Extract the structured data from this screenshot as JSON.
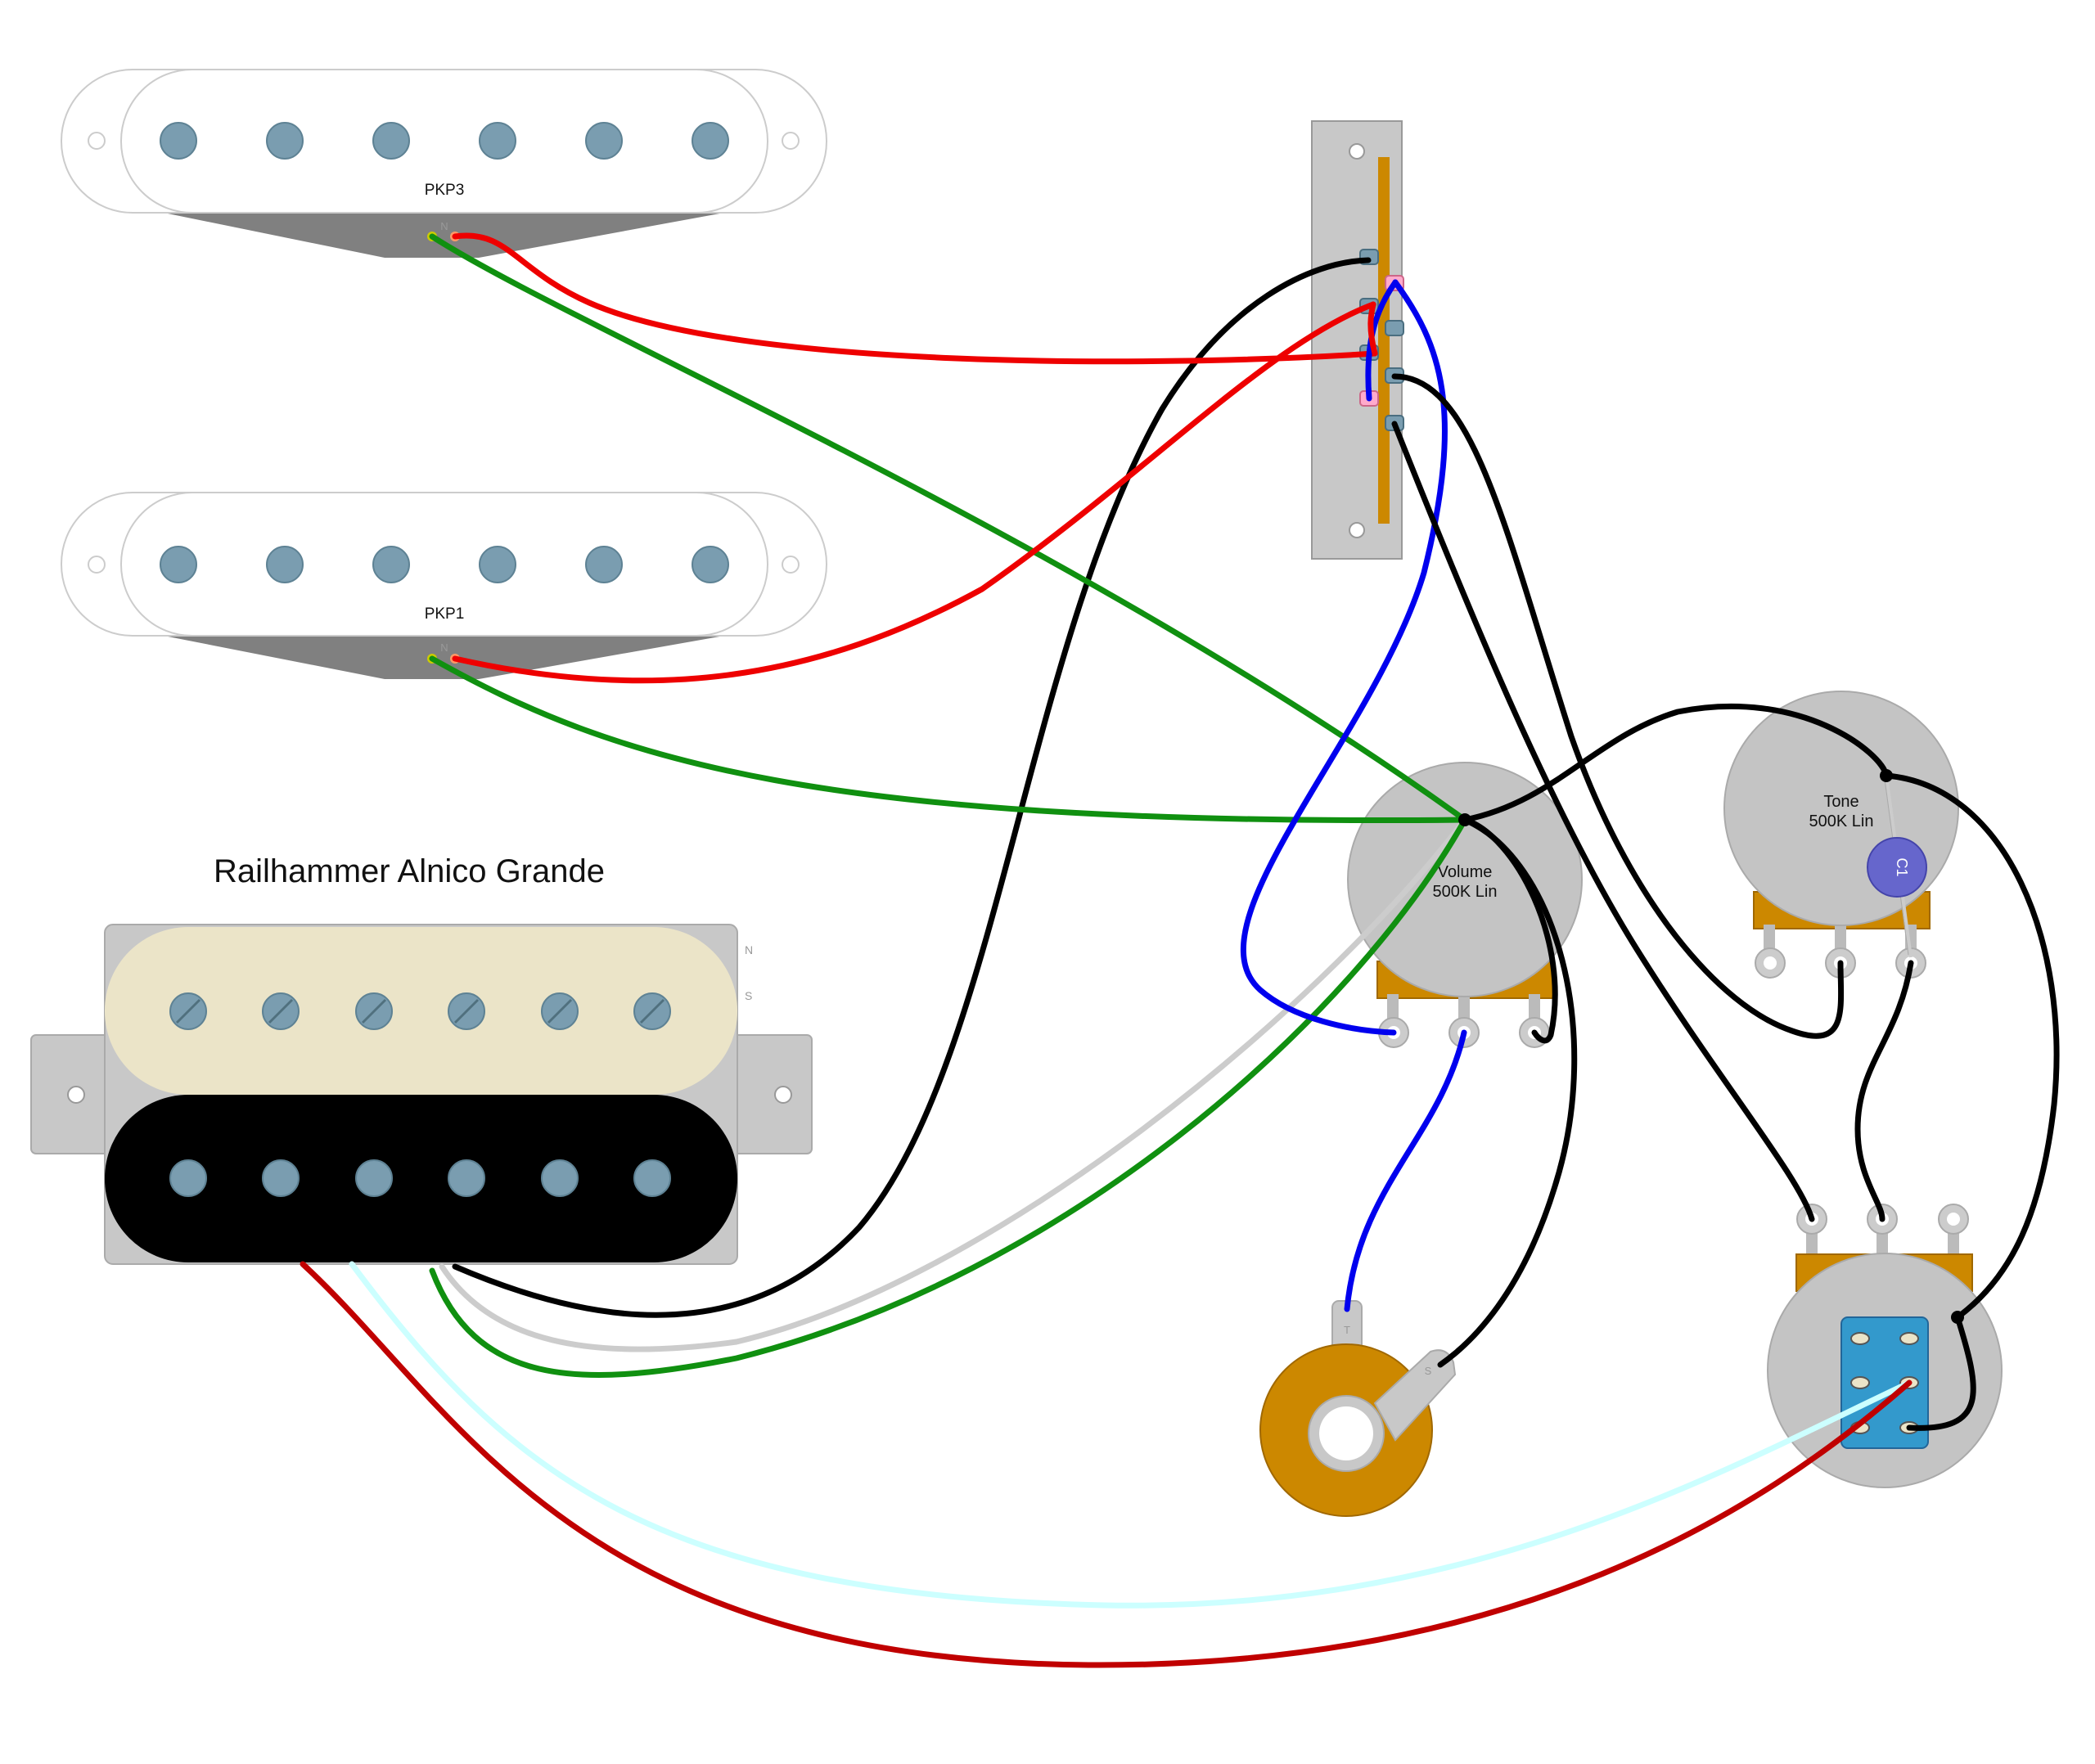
{
  "title": "Railhammer Alnico Grande",
  "pickups": {
    "pkp3": {
      "label": "PKP3",
      "polarity": "N"
    },
    "pkp1": {
      "label": "PKP1",
      "polarity": "N"
    },
    "humbucker": {
      "north_label": "N",
      "south_label": "S"
    }
  },
  "volume_pot": {
    "line1": "Volume",
    "line2": "500K Lin"
  },
  "tone_pot": {
    "line1": "Tone",
    "line2": "500K Lin",
    "cap_label": "C1"
  },
  "jack": {
    "tip_label": "T",
    "sleeve_label": "S"
  },
  "colors": {
    "red": "#ee0000",
    "dark_red": "#c00000",
    "green": "#109010",
    "black": "#000000",
    "blue": "#0000ee",
    "gray_wire": "#cccccc",
    "light_cyan": "#ccffff",
    "pole_blue": "#7a9db0",
    "brass": "#cc8800",
    "switch_plate": "#c8c8c8",
    "humbucker_cream": "#ebe4c8",
    "pot_body": "#c4c4c4",
    "push_switch_blue": "#3399cc",
    "cap_purple": "#6666cc"
  }
}
